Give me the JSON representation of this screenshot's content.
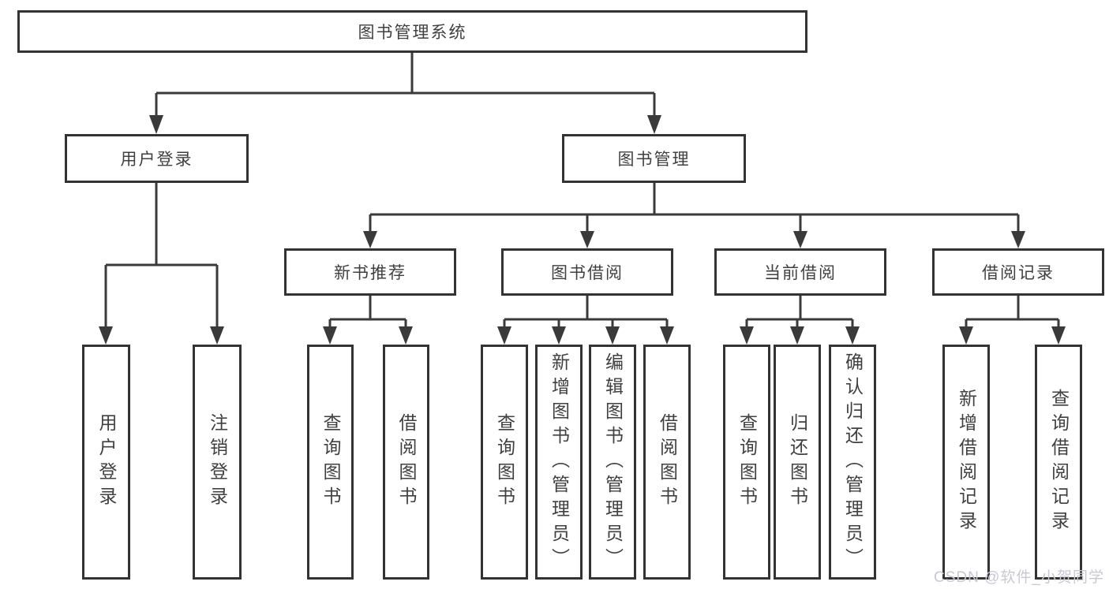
{
  "tree": {
    "label": "图书管理系统",
    "children": [
      {
        "label": "用户登录",
        "children": [
          {
            "label": "用户登录"
          },
          {
            "label": "注销登录"
          }
        ]
      },
      {
        "label": "图书管理",
        "children": [
          {
            "label": "新书推荐",
            "children": [
              {
                "label": "查询图书"
              },
              {
                "label": "借阅图书"
              }
            ]
          },
          {
            "label": "图书借阅",
            "children": [
              {
                "label": "查询图书"
              },
              {
                "label": "新增图书（管理员）"
              },
              {
                "label": "编辑图书（管理员）"
              },
              {
                "label": "借阅图书"
              }
            ]
          },
          {
            "label": "当前借阅",
            "children": [
              {
                "label": "查询图书"
              },
              {
                "label": "归还图书"
              },
              {
                "label": "确认归还（管理员）"
              }
            ]
          },
          {
            "label": "借阅记录",
            "children": [
              {
                "label": "新增借阅记录"
              },
              {
                "label": "查询借阅记录"
              }
            ]
          }
        ]
      }
    ]
  },
  "watermark": {
    "text": "CSDN @软件_小贺同学"
  },
  "colors": {
    "line": "#3a3a3a",
    "border": "#333333",
    "text": "#404040",
    "background": "#ffffff",
    "watermark": "#c9c7d4"
  }
}
